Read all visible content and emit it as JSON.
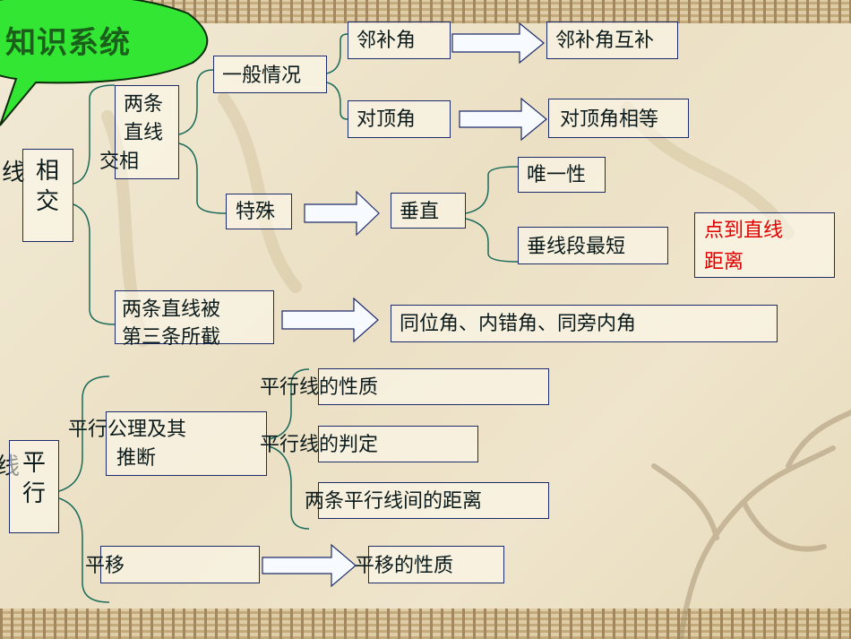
{
  "title": "知识系统",
  "top_left": "线",
  "intersect": [
    "相",
    "交"
  ],
  "two_lines_intersect": [
    "两条",
    "直线",
    "交相"
  ],
  "general_case": "一般情况",
  "adjacent_angle": "邻补角",
  "adjacent_complement": "邻补角互补",
  "vertical_angle": "对顶角",
  "vertical_equal": "对顶角相等",
  "special": "特殊",
  "perpendicular": "垂直",
  "uniqueness": "唯一性",
  "shortest_segment": "垂线段最短",
  "distance_point_line": [
    "点到直线",
    "距离"
  ],
  "transversal": [
    "两条直线被",
    "第三条所截"
  ],
  "angle_types": "同位角、内错角、同旁内角",
  "bottom_left": "线",
  "parallel": [
    "平",
    "行"
  ],
  "axiom": [
    "平行公理及其",
    "推断"
  ],
  "parallel_property": "平行线的性质",
  "parallel_criteria": "平行线的判定",
  "parallel_distance": "两条平行线间的距离",
  "translation": "平移",
  "translation_property": "平移的性质",
  "colors": {
    "title_bubble": "#33e633",
    "title_text": "#1a5f1a",
    "line": "#1a6b5a",
    "arrow_fill": "#ffffff",
    "arrow_stroke": "#1d2b6b",
    "highlight": "#e00000"
  }
}
